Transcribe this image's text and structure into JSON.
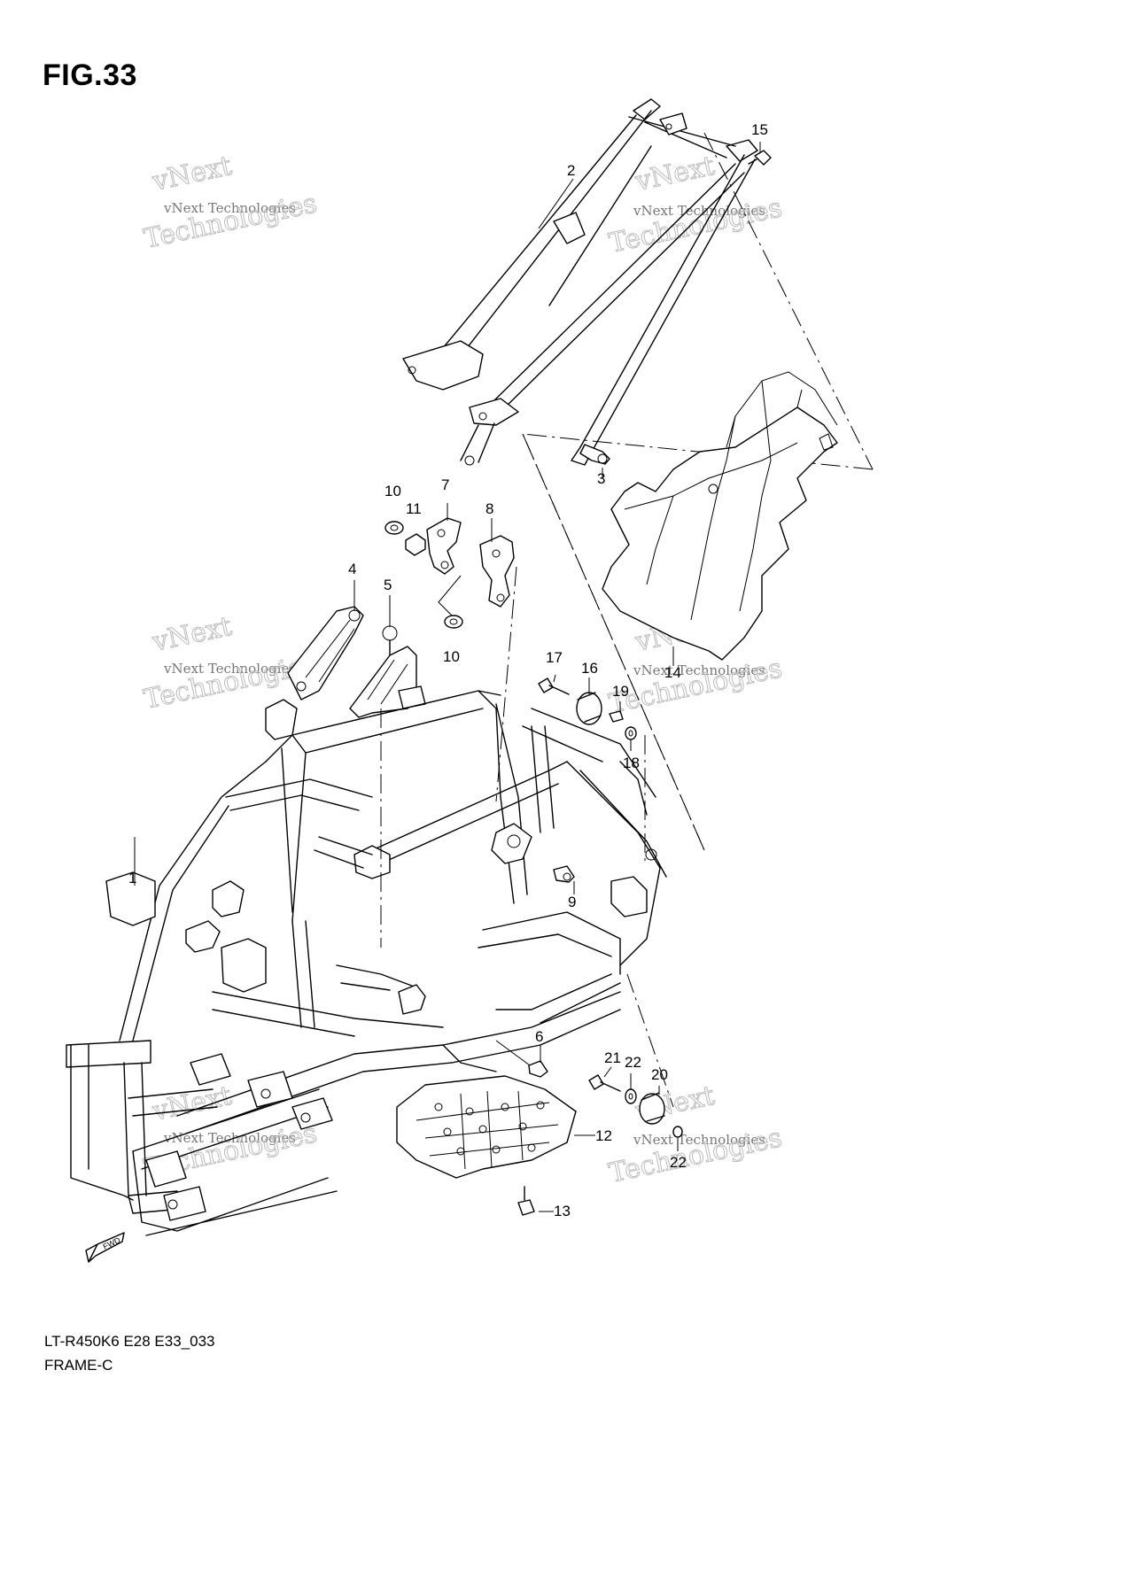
{
  "figure_title": "FIG.33",
  "model_code": "LT-R450K6 E28 E33_033",
  "section_name": "FRAME-C",
  "watermark": {
    "line1": "vNext Technologies",
    "line2": "vNext",
    "line3": "Technologies"
  },
  "fwd_label": "FWD",
  "callouts": [
    "1",
    "2",
    "3",
    "4",
    "5",
    "6",
    "7",
    "8",
    "9",
    "10",
    "10",
    "11",
    "12",
    "13",
    "14",
    "15",
    "16",
    "17",
    "18",
    "19",
    "20",
    "21",
    "22",
    "22"
  ]
}
